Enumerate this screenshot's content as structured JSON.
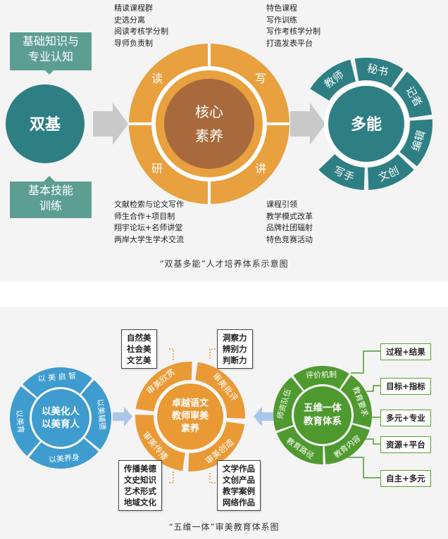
{
  "diagram1": {
    "left_box_top": [
      "基础知识与",
      "专业认知"
    ],
    "left_box_bottom": [
      "基本技能",
      "训练"
    ],
    "left_circle": "双基",
    "center": [
      "核心",
      "素养"
    ],
    "ring": {
      "read": "读",
      "write": "写",
      "research": "研",
      "speak": "讲"
    },
    "right_circle": "多能",
    "right_ring": [
      "教师",
      "秘书",
      "记者",
      "编辑",
      "文创",
      "写手"
    ],
    "list_read": [
      "精读课程群",
      "史选分离",
      "阅读考核学分制",
      "导师负责制"
    ],
    "list_write": [
      "特色课程",
      "写作训练",
      "写作考核学分制",
      "打造发表平台"
    ],
    "list_research": [
      "文献检索与论文写作",
      "师生合作+项目制",
      "翔宇论坛+名师讲堂",
      "两岸大学生学术交流"
    ],
    "list_speak": [
      "课程引领",
      "教学模式改革",
      "品牌社团辐射",
      "特色竞赛活动"
    ],
    "caption": "“双基多能”人才培养体系示意图",
    "colors": {
      "teal": "#2e7f84",
      "tealbox": "#5d9e93",
      "orange": "#e8a13e",
      "brown": "#a86a3c"
    }
  },
  "diagram2": {
    "left_center": [
      "以美化人",
      "以美育人"
    ],
    "left_ring": [
      "以 美 启 智",
      "以美辅德",
      "以美养身",
      "以美育"
    ],
    "mid_center": [
      "卓越语文",
      "教师审美",
      "素养"
    ],
    "mid_ring": [
      "审美欣赏",
      "审美批评",
      "审美创造",
      "审美传播"
    ],
    "box_tl": [
      "自然美",
      "社会美",
      "文艺美"
    ],
    "box_tr": [
      "洞察力",
      "辨别力",
      "判断力"
    ],
    "box_bl": [
      "传播美德",
      "文史知识",
      "艺术形式",
      "地域文化"
    ],
    "box_br": [
      "文学作品",
      "文创产品",
      "教学案例",
      "网络作品"
    ],
    "right_center": [
      "五维一体",
      "教育体系"
    ],
    "right_ring": [
      "评价机制",
      "教育要求",
      "教育内容",
      "教育路径",
      "师资队伍"
    ],
    "right_boxes": [
      "过程+结果",
      "目标+指标",
      "多元+专业",
      "资源+平台",
      "自主+多元"
    ],
    "caption": "“五维一体”审美教育体系图",
    "colors": {
      "blue": "#3e9ccf",
      "orange": "#ea9a35",
      "green": "#4f9a2f"
    }
  }
}
